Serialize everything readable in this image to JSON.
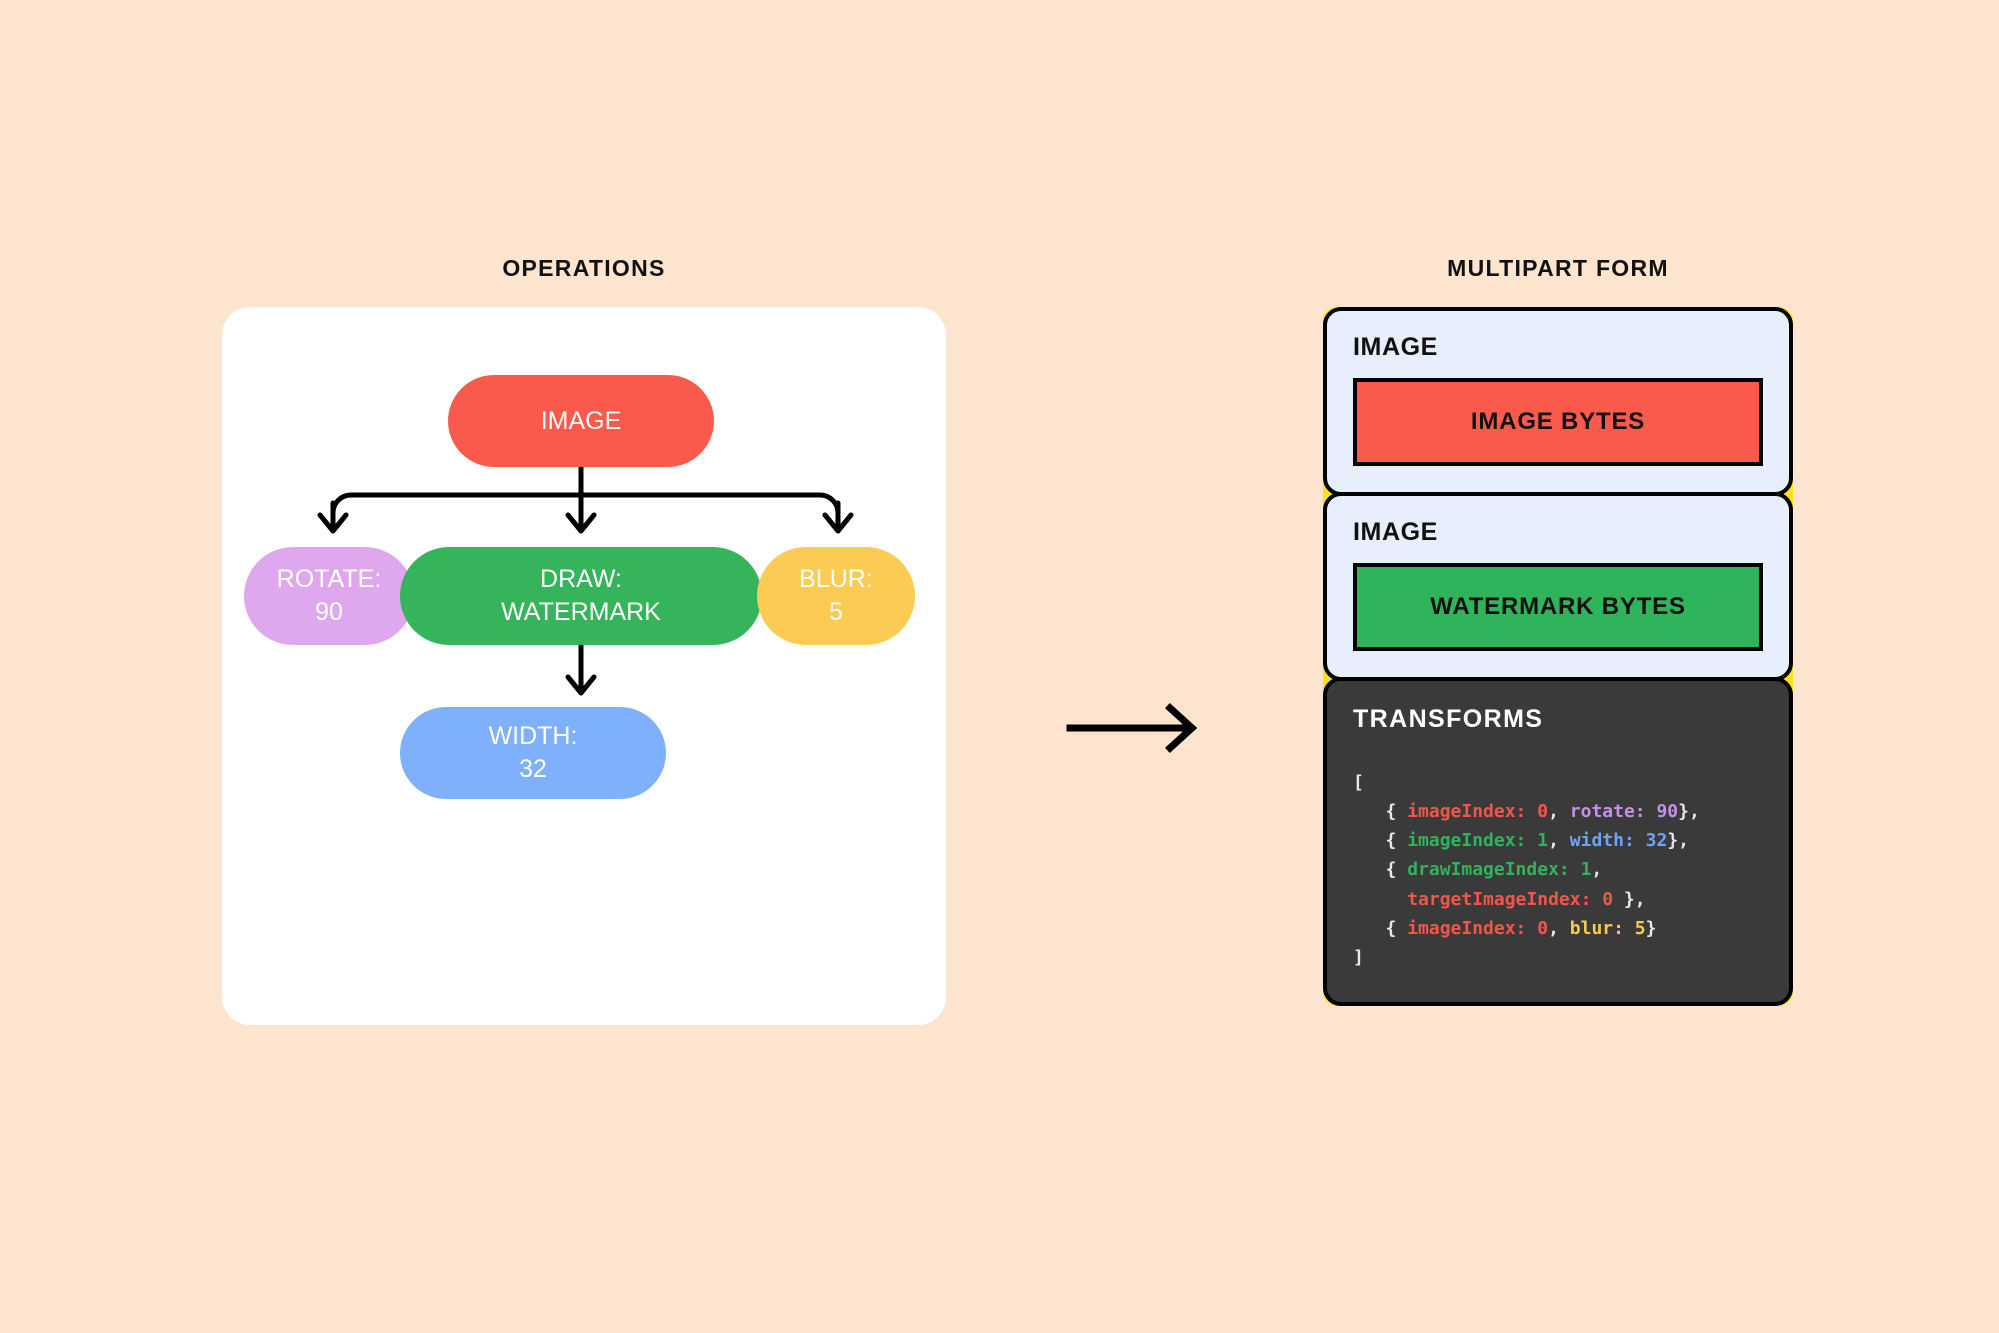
{
  "background_color": "#fce4cf",
  "operations": {
    "title": "OPERATIONS",
    "nodes": {
      "image": {
        "label": "IMAGE",
        "value": "",
        "color": "#fa5a4b"
      },
      "rotate": {
        "label": "ROTATE:",
        "value": "90",
        "color": "#dfa8ee"
      },
      "draw": {
        "label": "DRAW:",
        "value": "WATERMARK",
        "color": "#35b45c"
      },
      "blur": {
        "label": "BLUR:",
        "value": "5",
        "color": "#fbcb54"
      },
      "width": {
        "label": "WIDTH:",
        "value": "32",
        "color": "#7fb0fb"
      }
    }
  },
  "flow_arrow": {
    "direction": "right",
    "icon": "arrow-right-icon"
  },
  "multipart": {
    "title": "MULTIPART FORM",
    "accent_color": "#ffe01b",
    "cards": [
      {
        "label": "IMAGE",
        "box_text": "IMAGE BYTES",
        "box_color": "#fa5a4b"
      },
      {
        "label": "IMAGE",
        "box_text": "WATERMARK BYTES",
        "box_color": "#2fb35b"
      }
    ],
    "transforms": {
      "label": "TRANSFORMS",
      "background_color": "#3a3a3a",
      "code_lines": [
        {
          "tokens": [
            {
              "t": "[",
              "c": "punct"
            }
          ]
        },
        {
          "tokens": [
            {
              "t": "   { ",
              "c": "punct"
            },
            {
              "t": "imageIndex: 0",
              "c": "red"
            },
            {
              "t": ", ",
              "c": "punct"
            },
            {
              "t": "rotate: 90",
              "c": "purple"
            },
            {
              "t": "},",
              "c": "punct"
            }
          ]
        },
        {
          "tokens": [
            {
              "t": "   { ",
              "c": "punct"
            },
            {
              "t": "imageIndex: 1",
              "c": "green"
            },
            {
              "t": ", ",
              "c": "punct"
            },
            {
              "t": "width: 32",
              "c": "blue"
            },
            {
              "t": "},",
              "c": "punct"
            }
          ]
        },
        {
          "tokens": [
            {
              "t": "   { ",
              "c": "punct"
            },
            {
              "t": "drawImageIndex: 1",
              "c": "green"
            },
            {
              "t": ",",
              "c": "punct"
            }
          ]
        },
        {
          "tokens": [
            {
              "t": "     ",
              "c": "punct"
            },
            {
              "t": "targetImageIndex: 0",
              "c": "red"
            },
            {
              "t": " },",
              "c": "punct"
            }
          ]
        },
        {
          "tokens": [
            {
              "t": "   { ",
              "c": "punct"
            },
            {
              "t": "imageIndex: 0",
              "c": "red"
            },
            {
              "t": ", ",
              "c": "punct"
            },
            {
              "t": "blur: 5",
              "c": "yellow"
            },
            {
              "t": "}",
              "c": "punct"
            }
          ]
        },
        {
          "tokens": [
            {
              "t": "]",
              "c": "punct"
            }
          ]
        }
      ]
    }
  }
}
